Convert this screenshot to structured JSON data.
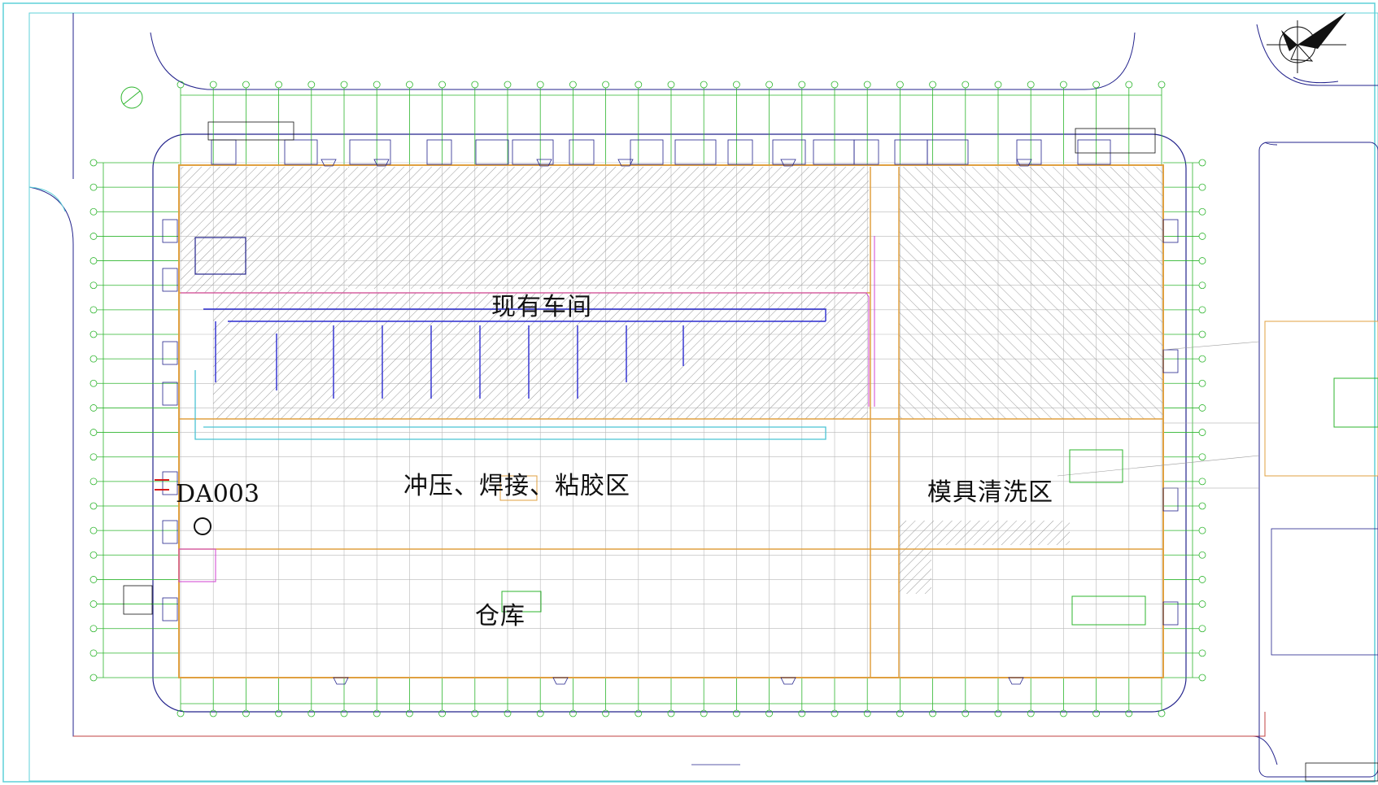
{
  "zones": {
    "existing_workshop": "现有车间",
    "stamping_welding_gluing": "冲压、焊接、粘胶区",
    "mold_cleaning": "模具清洗区",
    "warehouse": "仓库"
  },
  "sampling_point": {
    "label": "DA003"
  },
  "colors": {
    "frame": "#5fd0d8",
    "grid": "#2db52d",
    "outline": "#23238c",
    "hatch": "#9a9a9a",
    "wall": "#e0a040",
    "marker": "#d81b1b",
    "text": "#111111"
  }
}
